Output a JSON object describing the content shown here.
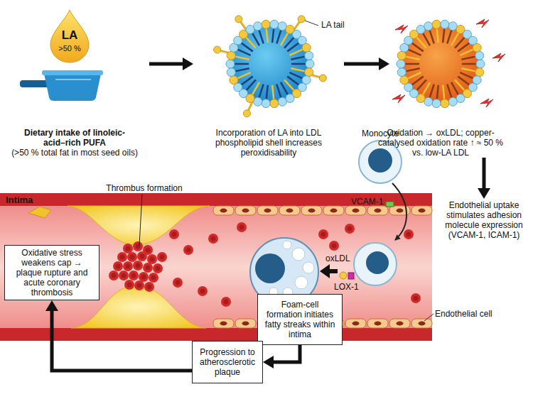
{
  "diagram": {
    "nodes": [
      {
        "text": [
          "Dietary intake of linoleic-acid–rich PUFA",
          "(>50 % total fat in most seed oils)"
        ]
      },
      {
        "text": [
          "LA",
          ">50 %"
        ],
        "in": 0
      },
      {
        "text": [
          "Incorporation of LA into LDL phospholipid shell increases peroxidisability"
        ]
      },
      {
        "text": [
          "Oxidation → oxLDL; copper-catalysed oxidation rate ↑ ≈ 50 % vs. low-LA LDL"
        ]
      },
      {
        "text": [
          "Endothelial uptake stimulates adhesion molecule expression (VCAM-1, ICAM-1)"
        ]
      },
      {
        "text": [
          "Intima"
        ]
      },
      {
        "text": [
          "Foam-cell formation initiates fatty streaks within intima"
        ]
      },
      {
        "text": [
          "Progression to atherosclerotic plaque"
        ]
      },
      {
        "text": [
          "Oxidative stress weakens cap → plaque rupture and acute coronary thrombosis"
        ]
      }
    ],
    "edges": [
      {
        "from": 0,
        "to": 2,
        "arrow": "to"
      },
      {
        "from": 2,
        "to": 3,
        "arrow": "to"
      },
      {
        "from": 3,
        "to": 4,
        "arrow": "to"
      },
      {
        "from": 6,
        "to": 7,
        "arrow": "to"
      },
      {
        "from": 7,
        "to": 8,
        "arrow": "to"
      }
    ],
    "labels": [
      "LA tail",
      "Thrombus formation",
      "Monocyte",
      "VCAM-1",
      "oxLDL",
      "LOX-1",
      "Endothelial cell"
    ]
  }
}
